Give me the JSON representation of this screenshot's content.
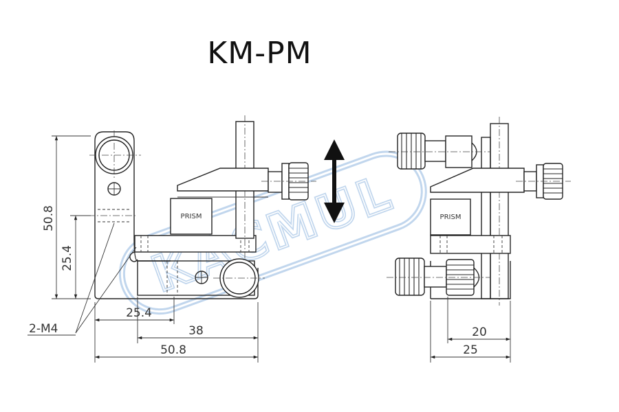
{
  "title": "KM-PM",
  "front_view": {
    "prism_label": "PRISM",
    "dims": {
      "height_total": "50.8",
      "height_mid": "25.4",
      "hole_label": "2-M4",
      "width_a": "25.4",
      "width_b": "38",
      "width_total": "50.8"
    }
  },
  "side_view": {
    "prism_label": "PRISM",
    "dims": {
      "width_a": "20",
      "width_b": "25"
    }
  },
  "watermark": {
    "text": "KACMUL",
    "color": "#8fb6e0"
  },
  "colors": {
    "line": "#222222",
    "watermark": "#8fb6e0"
  }
}
